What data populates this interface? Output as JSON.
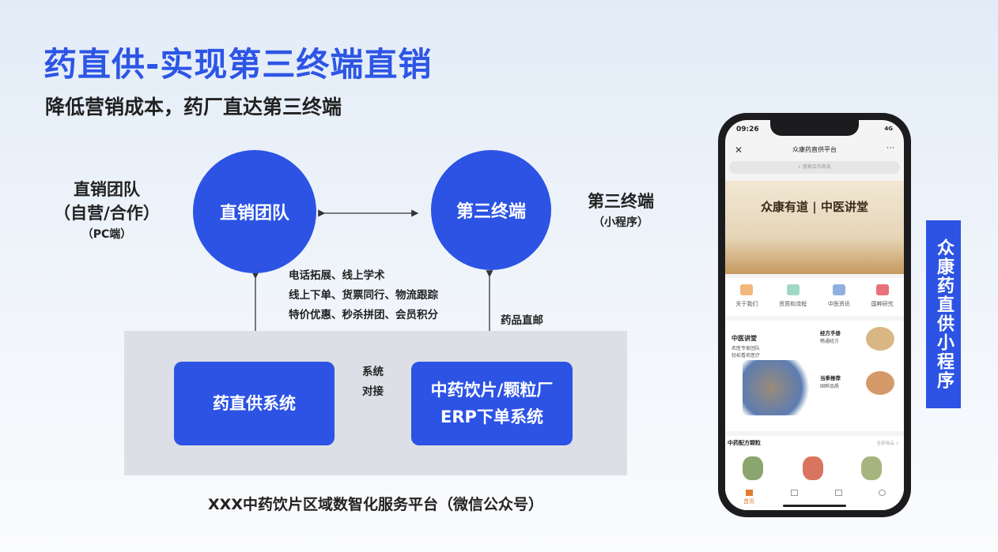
{
  "title": "药直供-实现第三终端直销",
  "subtitle": "降低营销成本，药厂直达第三终端",
  "left_label": {
    "line1": "直销团队",
    "line2": "（自营/合作）",
    "line3": "（PC端）"
  },
  "right_label": {
    "line1": "第三终端",
    "line2": "（小程序）"
  },
  "circles": {
    "sales_team": "直销团队",
    "third_terminal": "第三终端"
  },
  "services": [
    "电话拓展、线上学术",
    "线上下单、货票同行、物流跟踪",
    "特价优惠、秒杀拼团、会员积分"
  ],
  "direct_mail": "药品直邮",
  "boxes": {
    "system": "药直供系统",
    "erp_line1": "中药饮片/颗粒厂",
    "erp_line2": "ERP下单系统"
  },
  "link_label": {
    "line1": "系统",
    "line2": "对接"
  },
  "platform_caption": "XXX中药饮片区域数智化服务平台（微信公众号）",
  "vertical_label": "众康药直供小程序",
  "phone": {
    "time": "09:26",
    "signal": "4G",
    "app_title": "众康药直供平台",
    "search_placeholder": "搜索店内商品",
    "banner_title": "众康有道 | 中医讲堂",
    "menu": [
      "关于我们",
      "资质和流程",
      "中医资讯",
      "国粹研究"
    ],
    "lecture": {
      "title": "中医讲堂",
      "line1": "名医专家团队",
      "line2": "轻松看名医疗"
    },
    "card1": {
      "title": "经方手册",
      "sub": "畅通经方"
    },
    "card2": {
      "title": "当季推荐",
      "sub": "国粹品质"
    },
    "section": "中药配方颗粒",
    "more": "全部商品 >",
    "tab_home": "首页"
  },
  "colors": {
    "accent": "#2c53e4"
  }
}
